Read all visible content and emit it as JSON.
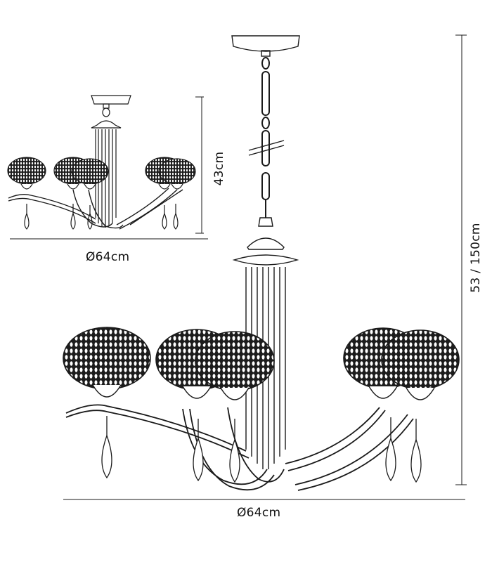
{
  "colors": {
    "line": "#1a1a1a",
    "background": "#ffffff"
  },
  "small_view": {
    "width_label": "Ø64cm",
    "height_label": "43cm"
  },
  "large_view": {
    "width_label": "Ø64cm",
    "height_label": "53 / 150cm"
  }
}
